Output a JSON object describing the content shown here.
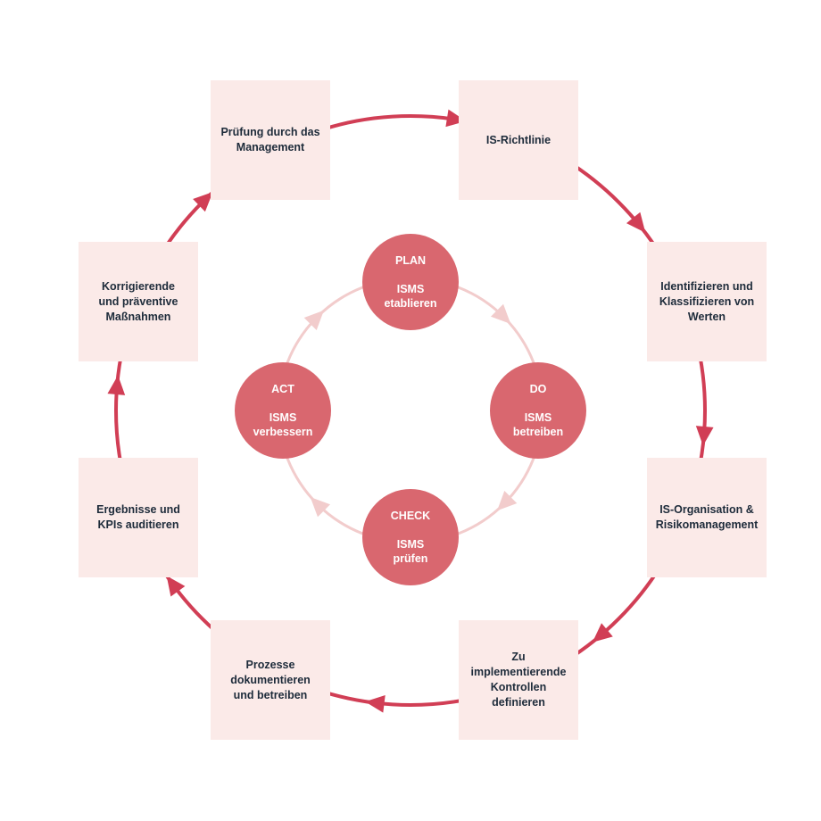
{
  "colors": {
    "outer_ring": "#d13e55",
    "inner_ring": "#f2cccc",
    "box_fill": "#fbeae8",
    "phase_fill": "#d9676f",
    "text_dark": "#1d2b3a",
    "text_light": "#ffffff"
  },
  "outer_steps": [
    {
      "label": "IS-Richtlinie"
    },
    {
      "label": "Identifizieren und\nKlassifizieren von\nWerten"
    },
    {
      "label": "IS-Organisation &\nRisikomanagement"
    },
    {
      "label": "Zu\nimplementierende\nKontrollen\ndefinieren"
    },
    {
      "label": "Prozesse\ndokumentieren\nund betreiben"
    },
    {
      "label": "Ergebnisse und\nKPIs auditieren"
    },
    {
      "label": "Korrigierende\nund präventive\nMaßnahmen"
    },
    {
      "label": "Prüfung durch das\nManagement"
    }
  ],
  "phases": {
    "plan": {
      "title": "PLAN",
      "desc": "ISMS\netablieren"
    },
    "do": {
      "title": "DO",
      "desc": "ISMS\nbetreiben"
    },
    "check": {
      "title": "CHECK",
      "desc": "ISMS\nprüfen"
    },
    "act": {
      "title": "ACT",
      "desc": "ISMS\nverbessern"
    }
  }
}
